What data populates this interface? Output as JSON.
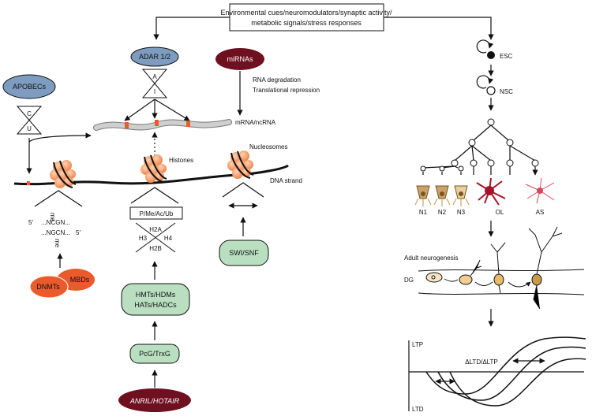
{
  "header": {
    "line1": "Environmental cues/neuromodulators/synaptic activity/",
    "line2": "metabolic signals/stress responses"
  },
  "enzymes": {
    "adar": "ADAR 1/2",
    "apobecs": "APOBECs",
    "mirnas": "miRNAs",
    "dnmts": "DNMTs",
    "mbds": "MBDs",
    "swisnf": "SWI/SNF",
    "hmts_line1": "HMTs/HDMs",
    "hmts_line2": "HATs/HADCs",
    "pcg": "PcG/TrxG",
    "anril": "ANRIL/HOTAIR"
  },
  "editing": {
    "a": "A",
    "i": "I",
    "c": "C",
    "u": "U"
  },
  "labels": {
    "rna_degradation": "RNA degradation",
    "translational_repression": "Translational repression",
    "mrna": "mRNA/ncRNA",
    "histones": "Histones",
    "nucleosomes": "Nucleosomes",
    "dna_strand": "DNA strand",
    "pmeacub": "P/Me/Ac/Ub",
    "h2a": "H2A",
    "h3": "H3",
    "h4": "H4",
    "h2b": "H2B"
  },
  "methyl": {
    "five_prime_left": "5′",
    "top_seq": "...NCGN...",
    "bottom_seq": "...NGCN...",
    "five_prime_right": "5′",
    "me_top": "me",
    "me_bottom": "me"
  },
  "lineage": {
    "esc": "ESC",
    "nsc": "NSC",
    "n1": "N1",
    "n2": "N2",
    "n3": "N3",
    "ol": "OL",
    "as": "AS"
  },
  "neurogenesis": {
    "title": "Adult neurogenesis",
    "dg": "DG"
  },
  "plasticity": {
    "ltp": "LTP",
    "ltd": "LTD",
    "delta": "ΔLTD/ΔLTP"
  },
  "colors": {
    "blue": "#7d9cbf",
    "mirna_red": "#6e1020",
    "orange_red": "#ea5a2c",
    "green": "#b9dfc0",
    "nucleosome": "#f49a66",
    "rna_gray": "#c8c8c8",
    "neuron_tan": "#caa36a",
    "ol_red": "#a3162a",
    "as_red": "#d24a5a"
  }
}
